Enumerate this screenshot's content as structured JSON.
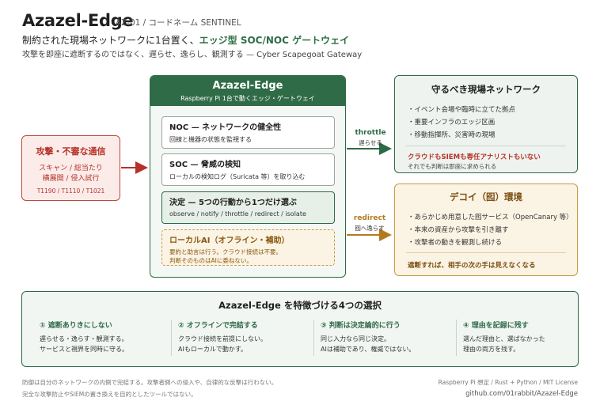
{
  "header": {
    "title": "Azazel-Edge",
    "code": "AZ-01 / コードネーム SENTINEL",
    "tagline_pre": "制約された現場ネットワークに1台置く、",
    "tagline_em": "エッジ型 SOC/NOC ゲートウェイ",
    "subtitle": "攻撃を即座に遮断するのではなく、遅らせ、逸らし、観測する — Cyber Scapegoat Gateway"
  },
  "attack": {
    "title": "攻撃・不審な通信",
    "line1": "スキャン / 総当たり",
    "line2": "横展開 / 侵入試行",
    "codes": "T1190 / T1110 / T1021"
  },
  "center": {
    "title": "Azazel-Edge",
    "subtitle": "Raspberry Pi 1台で動くエッジ・ゲートウェイ",
    "noc": {
      "title": "NOC — ネットワークの健全性",
      "desc": "回線と機器の状態を監視する"
    },
    "soc": {
      "title": "SOC — 脅威の検知",
      "desc": "ローカルの検知ログ（Suricata 等）を取り込む"
    },
    "decide": {
      "title": "決定 — 5つの行動から1つだけ選ぶ",
      "desc": "observe / notify / throttle / redirect / isolate"
    },
    "ai": {
      "title": "ローカルAI（オフライン・補助）",
      "desc1": "要約と助言は行う。クラウド接続は不要。",
      "desc2": "判断そのものはAIに委ねない。"
    }
  },
  "arrows": {
    "throttle": "throttle",
    "throttle_sub": "遅らせる",
    "redirect": "redirect",
    "redirect_sub": "囮へ逸らす"
  },
  "protect": {
    "title": "守るべき現場ネットワーク",
    "items": [
      "・イベント会場や臨時に立てた拠点",
      "・重要インフラのエッジ区画",
      "・移動指揮所、災害時の現場"
    ],
    "warn": "クラウドもSIEMも専任アナリストもいない",
    "warn_sub": "それでも判断は即座に求められる"
  },
  "decoy": {
    "title": "デコイ（囮）環境",
    "items": [
      "・あらかじめ用意した囮サービス（OpenCanary 等）",
      "・本来の資産から攻撃を引き離す",
      "・攻撃者の動きを観測し続ける"
    ],
    "note": "遮断すれば、相手の次の手は見えなくなる"
  },
  "features": {
    "heading": "Azazel-Edge を特徴づける4つの選択",
    "items": [
      {
        "title": "① 遮断ありきにしない",
        "line1": "遅らせる・逸らす・観測する。",
        "line2": "サービスと視界を同時に守る。"
      },
      {
        "title": "② オフラインで完結する",
        "line1": "クラウド接続を前提にしない。",
        "line2": "AIもローカルで動かす。"
      },
      {
        "title": "③ 判断は決定論的に行う",
        "line1": "同じ入力なら同じ決定。",
        "line2": "AIは補助であり、権威ではない。"
      },
      {
        "title": "④ 理由を記録に残す",
        "line1": "選んだ理由と、選ばなかった",
        "line2": "理由の両方を残す。"
      }
    ]
  },
  "footer": {
    "left1": "防御は自分のネットワークの内側で完結する。攻撃者側への侵入や、自律的な反撃は行わない。",
    "left2": "完全な攻撃防止やSIEMの置き換えを目的としたツールではない。",
    "right1": "Raspberry Pi 想定 / Rust + Python / MIT License",
    "right2": "github.com/01rabbit/Azazel-Edge"
  },
  "colors": {
    "green": "#2e6a46",
    "red": "#c0483d",
    "amber": "#c99a44"
  }
}
